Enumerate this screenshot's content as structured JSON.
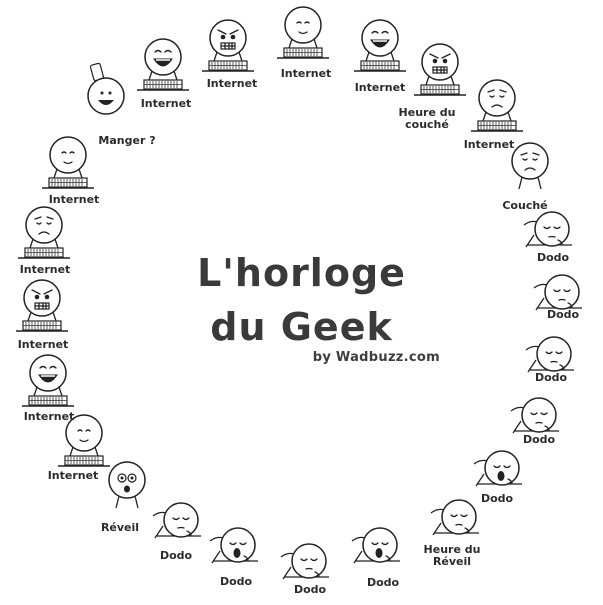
{
  "title": {
    "line1": "L'horloge",
    "line2": "du Geek",
    "byline": "by Wadbuzz.com"
  },
  "clock_items": [
    {
      "label": "Internet",
      "pose": "computer",
      "face": "normal"
    },
    {
      "label": "Internet",
      "pose": "computer",
      "face": "laugh"
    },
    {
      "label": "Heure du\ncouché",
      "pose": "computer",
      "face": "angry"
    },
    {
      "label": "Internet",
      "pose": "computer",
      "face": "sad"
    },
    {
      "label": "Couché",
      "pose": "standing",
      "face": "sleepy"
    },
    {
      "label": "Dodo",
      "pose": "sleep",
      "face": "sleep"
    },
    {
      "label": "Dodo",
      "pose": "sleep",
      "face": "sleep"
    },
    {
      "label": "Dodo",
      "pose": "sleep",
      "face": "sleep"
    },
    {
      "label": "Dodo",
      "pose": "sleep",
      "face": "sleep"
    },
    {
      "label": "Dodo",
      "pose": "sleep",
      "face": "snore"
    },
    {
      "label": "Heure du\nRéveil",
      "pose": "sleep",
      "face": "sleep"
    },
    {
      "label": "Dodo",
      "pose": "sleep",
      "face": "snore"
    },
    {
      "label": "Dodo",
      "pose": "sleep",
      "face": "sleep"
    },
    {
      "label": "Dodo",
      "pose": "sleep",
      "face": "snore"
    },
    {
      "label": "Dodo",
      "pose": "sleep",
      "face": "sleep"
    },
    {
      "label": "Réveil",
      "pose": "standing",
      "face": "shocked"
    },
    {
      "label": "Internet",
      "pose": "computer",
      "face": "normal"
    },
    {
      "label": "Internet",
      "pose": "computer",
      "face": "grin"
    },
    {
      "label": "Internet",
      "pose": "computer",
      "face": "rage"
    },
    {
      "label": "Internet",
      "pose": "computer",
      "face": "worried"
    },
    {
      "label": "Internet",
      "pose": "computer",
      "face": "normal"
    },
    {
      "label": "Manger ?",
      "pose": "eating",
      "face": "eat"
    },
    {
      "label": "Internet",
      "pose": "computer",
      "face": "yell"
    },
    {
      "label": "Internet",
      "pose": "computer",
      "face": "rage"
    }
  ]
}
